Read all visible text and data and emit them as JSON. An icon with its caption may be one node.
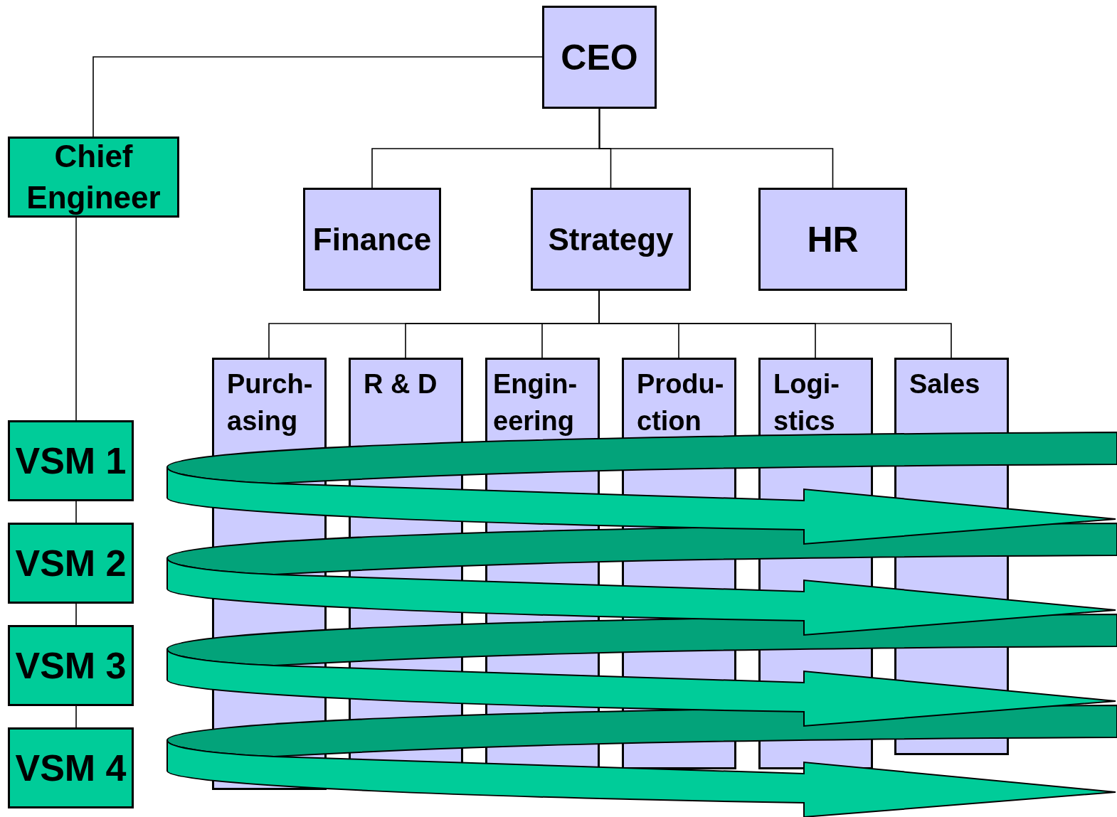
{
  "diagram": {
    "nodes": [
      {
        "text": [
          "CEO"
        ]
      },
      {
        "text": [
          "Chief Engineer"
        ]
      },
      {
        "text": [
          "Finance"
        ]
      },
      {
        "text": [
          "Strategy"
        ]
      },
      {
        "text": [
          "HR"
        ]
      },
      {
        "text": [
          "Purch- asing"
        ]
      },
      {
        "text": [
          "R & D"
        ]
      },
      {
        "text": [
          "Engin- eering"
        ]
      },
      {
        "text": [
          "Produ- ction"
        ]
      },
      {
        "text": [
          "Logi- stics"
        ]
      },
      {
        "text": [
          "Sales"
        ]
      },
      {
        "text": [
          "VSM 1"
        ]
      },
      {
        "text": [
          "VSM 2"
        ]
      },
      {
        "text": [
          "VSM 3"
        ]
      },
      {
        "text": [
          "VSM 4"
        ]
      }
    ],
    "edges": [
      {
        "from": 0,
        "to": 1,
        "arrow": "none"
      },
      {
        "from": 0,
        "to": 2,
        "arrow": "none"
      },
      {
        "from": 0,
        "to": 3,
        "arrow": "none"
      },
      {
        "from": 0,
        "to": 4,
        "arrow": "none"
      },
      {
        "from": 3,
        "to": 5,
        "arrow": "none"
      },
      {
        "from": 3,
        "to": 6,
        "arrow": "none"
      },
      {
        "from": 3,
        "to": 7,
        "arrow": "none"
      },
      {
        "from": 3,
        "to": 8,
        "arrow": "none"
      },
      {
        "from": 3,
        "to": 9,
        "arrow": "none"
      },
      {
        "from": 3,
        "to": 10,
        "arrow": "none"
      },
      {
        "from": 1,
        "to": 11,
        "arrow": "none"
      },
      {
        "from": 11,
        "to": 12,
        "arrow": "none"
      },
      {
        "from": 12,
        "to": 13,
        "arrow": "none"
      },
      {
        "from": 13,
        "to": 14,
        "arrow": "none"
      }
    ]
  }
}
